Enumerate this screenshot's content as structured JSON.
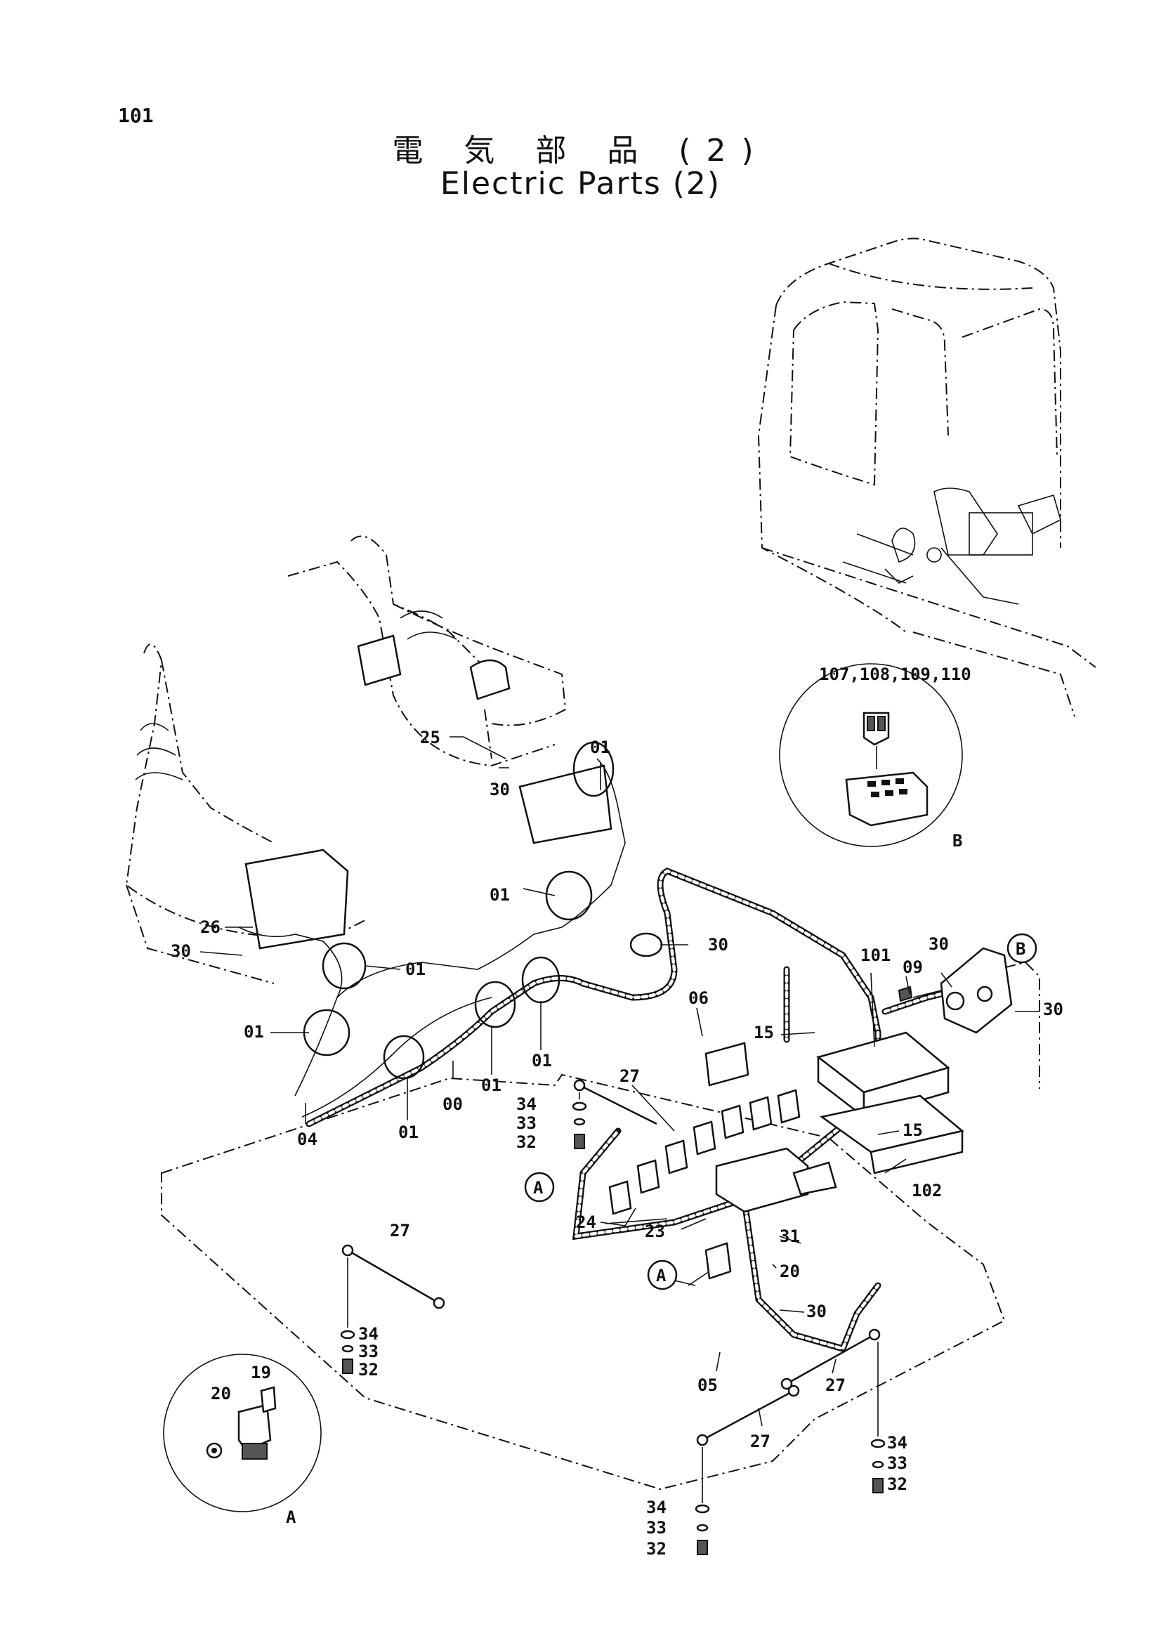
{
  "page_number": "101",
  "title_jp": "電 気 部 品 (2)",
  "title_en": "Electric Parts (2)",
  "detail_views": [
    {
      "key": "B",
      "part_label": "107,108,109,110"
    },
    {
      "key": "A",
      "part_labels": [
        "20",
        "19"
      ]
    }
  ],
  "callout_circles": [
    "B",
    "A",
    "A"
  ],
  "part_labels": [
    "25",
    "01",
    "30",
    "01",
    "30",
    "26",
    "30",
    "01",
    "01",
    "01",
    "01",
    "01",
    "00",
    "04",
    "06",
    "27",
    "101",
    "30",
    "09",
    "30",
    "15",
    "15",
    "34",
    "33",
    "32",
    "102",
    "24",
    "23",
    "31",
    "20",
    "30",
    "27",
    "34",
    "33",
    "32",
    "05",
    "27",
    "27",
    "34",
    "33",
    "32",
    "34",
    "33",
    "32"
  ]
}
